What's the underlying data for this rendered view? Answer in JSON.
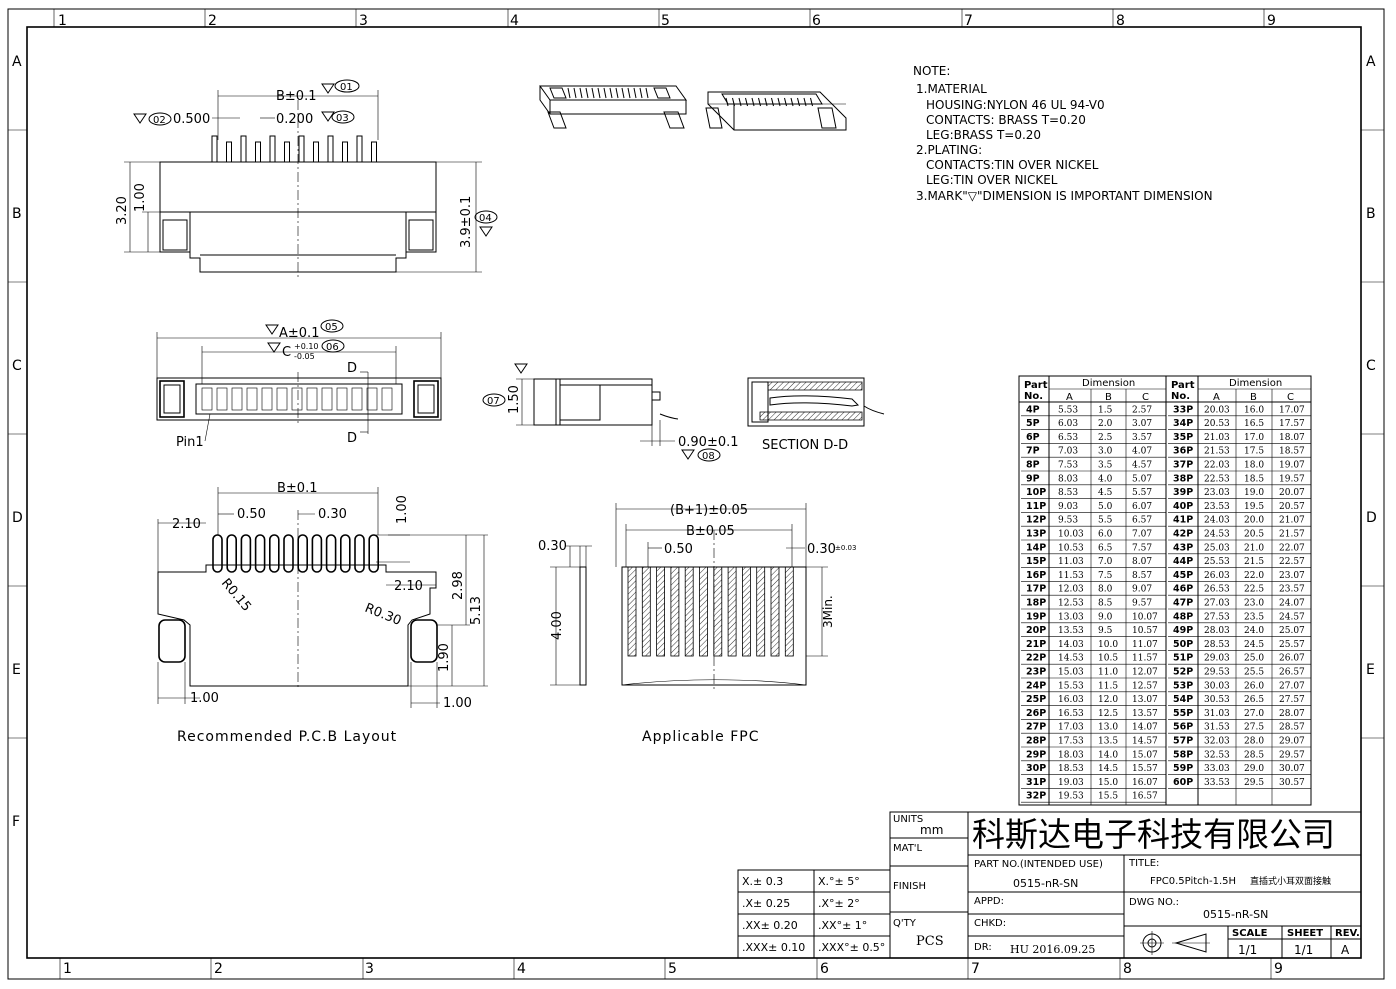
{
  "frame": {
    "columns": [
      "1",
      "2",
      "3",
      "4",
      "5",
      "6",
      "7",
      "8",
      "9"
    ],
    "rows": [
      "A",
      "B",
      "C",
      "D",
      "E",
      "F"
    ]
  },
  "notes": {
    "heading": "NOTE:",
    "lines": [
      "1.MATERIAL",
      "HOUSING:NYLON 46 UL 94-V0",
      "CONTACTS:   BRASS T=0.20",
      "LEG:BRASS T=0.20",
      "2.PLATING:",
      "CONTACTS:TIN OVER NICKEL",
      "LEG:TIN OVER NICKEL",
      "3.MARK\"▽\"DIMENSION IS IMPORTANT DIMENSION"
    ]
  },
  "top_view": {
    "dim_b": "B±0.1",
    "tag_01": "01",
    "dim_pitch": "0.500",
    "tag_02": "02",
    "dim_pin": "0.200",
    "tag_03": "03",
    "dim_320": "3.20",
    "dim_100": "1.00",
    "dim_39": "3.9±0.1",
    "tag_04": "04"
  },
  "front_view": {
    "dim_a": "A±0.1",
    "tag_05": "05",
    "dim_c": "C",
    "tol_plus": "+0.10",
    "tol_minus": "-0.05",
    "tag_06": "06",
    "d_top": "D",
    "d_bottom": "D",
    "pin1": "Pin1"
  },
  "side_view": {
    "dim_150": "1.50",
    "tag_07": "07",
    "dim_090": "0.90±0.1",
    "tag_08": "08",
    "section": "SECTION D-D"
  },
  "pcb_layout": {
    "dim_b": "B±0.1",
    "dim_050": "0.50",
    "dim_030": "0.30",
    "dim_100_top": "1.00",
    "dim_210_left": "2.10",
    "dim_210_right": "2.10",
    "r015": "R0.15",
    "r030": "R0.30",
    "dim_298": "2.98",
    "dim_513": "5.13",
    "dim_190": "1.90",
    "dim_100_bl": "1.00",
    "dim_100_br": "1.00",
    "title": "Recommended P.C.B Layout"
  },
  "fpc": {
    "dim_b1": "(B+1)±0.05",
    "dim_b": "B±0.05",
    "dim_050": "0.50",
    "dim_030_r": "0.30",
    "tol_030": "±0.03",
    "dim_030_l": "0.30",
    "dim_400": "4.00",
    "dim_3min": "3Min.",
    "title": "Applicable FPC"
  },
  "dim_table": {
    "hdr_part": "Part",
    "hdr_no": "No.",
    "hdr_dimension": "Dimension",
    "hdr_a": "A",
    "hdr_b": "B",
    "hdr_c": "C",
    "left": [
      [
        "4P",
        "5.53",
        "1.5",
        "2.57"
      ],
      [
        "5P",
        "6.03",
        "2.0",
        "3.07"
      ],
      [
        "6P",
        "6.53",
        "2.5",
        "3.57"
      ],
      [
        "7P",
        "7.03",
        "3.0",
        "4.07"
      ],
      [
        "8P",
        "7.53",
        "3.5",
        "4.57"
      ],
      [
        "9P",
        "8.03",
        "4.0",
        "5.07"
      ],
      [
        "10P",
        "8.53",
        "4.5",
        "5.57"
      ],
      [
        "11P",
        "9.03",
        "5.0",
        "6.07"
      ],
      [
        "12P",
        "9.53",
        "5.5",
        "6.57"
      ],
      [
        "13P",
        "10.03",
        "6.0",
        "7.07"
      ],
      [
        "14P",
        "10.53",
        "6.5",
        "7.57"
      ],
      [
        "15P",
        "11.03",
        "7.0",
        "8.07"
      ],
      [
        "16P",
        "11.53",
        "7.5",
        "8.57"
      ],
      [
        "17P",
        "12.03",
        "8.0",
        "9.07"
      ],
      [
        "18P",
        "12.53",
        "8.5",
        "9.57"
      ],
      [
        "19P",
        "13.03",
        "9.0",
        "10.07"
      ],
      [
        "20P",
        "13.53",
        "9.5",
        "10.57"
      ],
      [
        "21P",
        "14.03",
        "10.0",
        "11.07"
      ],
      [
        "22P",
        "14.53",
        "10.5",
        "11.57"
      ],
      [
        "23P",
        "15.03",
        "11.0",
        "12.07"
      ],
      [
        "24P",
        "15.53",
        "11.5",
        "12.57"
      ],
      [
        "25P",
        "16.03",
        "12.0",
        "13.07"
      ],
      [
        "26P",
        "16.53",
        "12.5",
        "13.57"
      ],
      [
        "27P",
        "17.03",
        "13.0",
        "14.07"
      ],
      [
        "28P",
        "17.53",
        "13.5",
        "14.57"
      ],
      [
        "29P",
        "18.03",
        "14.0",
        "15.07"
      ],
      [
        "30P",
        "18.53",
        "14.5",
        "15.57"
      ],
      [
        "31P",
        "19.03",
        "15.0",
        "16.07"
      ],
      [
        "32P",
        "19.53",
        "15.5",
        "16.57"
      ]
    ],
    "right": [
      [
        "33P",
        "20.03",
        "16.0",
        "17.07"
      ],
      [
        "34P",
        "20.53",
        "16.5",
        "17.57"
      ],
      [
        "35P",
        "21.03",
        "17.0",
        "18.07"
      ],
      [
        "36P",
        "21.53",
        "17.5",
        "18.57"
      ],
      [
        "37P",
        "22.03",
        "18.0",
        "19.07"
      ],
      [
        "38P",
        "22.53",
        "18.5",
        "19.57"
      ],
      [
        "39P",
        "23.03",
        "19.0",
        "20.07"
      ],
      [
        "40P",
        "23.53",
        "19.5",
        "20.57"
      ],
      [
        "41P",
        "24.03",
        "20.0",
        "21.07"
      ],
      [
        "42P",
        "24.53",
        "20.5",
        "21.57"
      ],
      [
        "43P",
        "25.03",
        "21.0",
        "22.07"
      ],
      [
        "44P",
        "25.53",
        "21.5",
        "22.57"
      ],
      [
        "45P",
        "26.03",
        "22.0",
        "23.07"
      ],
      [
        "46P",
        "26.53",
        "22.5",
        "23.57"
      ],
      [
        "47P",
        "27.03",
        "23.0",
        "24.07"
      ],
      [
        "48P",
        "27.53",
        "23.5",
        "24.57"
      ],
      [
        "49P",
        "28.03",
        "24.0",
        "25.07"
      ],
      [
        "50P",
        "28.53",
        "24.5",
        "25.57"
      ],
      [
        "51P",
        "29.03",
        "25.0",
        "26.07"
      ],
      [
        "52P",
        "29.53",
        "25.5",
        "26.57"
      ],
      [
        "53P",
        "30.03",
        "26.0",
        "27.07"
      ],
      [
        "54P",
        "30.53",
        "26.5",
        "27.57"
      ],
      [
        "55P",
        "31.03",
        "27.0",
        "28.07"
      ],
      [
        "56P",
        "31.53",
        "27.5",
        "28.57"
      ],
      [
        "57P",
        "32.03",
        "28.0",
        "29.07"
      ],
      [
        "58P",
        "32.53",
        "28.5",
        "29.57"
      ],
      [
        "59P",
        "33.03",
        "29.0",
        "30.07"
      ],
      [
        "60P",
        "33.53",
        "29.5",
        "30.57"
      ]
    ]
  },
  "title_block": {
    "company": "科斯达电子科技有限公司",
    "units_label": "UNITS",
    "units_value": "mm",
    "matl_label": "MAT'L",
    "finish_label": "FINISH",
    "qty_label": "Q'TY",
    "qty_value": "PCS",
    "part_no_label": "PART NO.(INTENDED USE)",
    "part_no_value": "0515-nR-SN",
    "title_label": "TITLE:",
    "title_value_en": "FPC0.5Pitch-1.5H",
    "title_value_cn": "直插式小耳双面接触",
    "appd_label": "APPD:",
    "chkd_label": "CHKD:",
    "dr_label": "DR:",
    "dr_value": "HU  2016.09.25",
    "dwg_label": "DWG NO.:",
    "dwg_value": "0515-nR-SN",
    "scale_label": "SCALE",
    "scale_value": "1/1",
    "sheet_label": "SHEET",
    "sheet_value": "1/1",
    "rev_label": "REV.",
    "rev_value": "A",
    "tolerances": [
      [
        "X.± 0.3",
        "X.°± 5°"
      ],
      [
        ".X± 0.25",
        ".X°± 2°"
      ],
      [
        ".XX± 0.20",
        ".XX°± 1°"
      ],
      [
        ".XXX± 0.10",
        ".XXX°± 0.5°"
      ]
    ]
  }
}
